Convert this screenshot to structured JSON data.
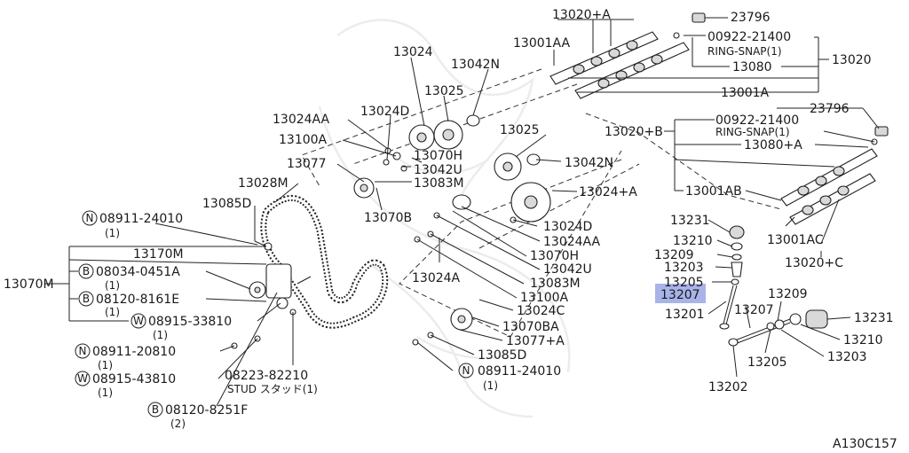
{
  "labels": {
    "l13020A": "13020+A",
    "l23796a": "23796",
    "l00922a": "00922-21400",
    "lring_a": "RING-SNAP(1)",
    "l13080": "13080",
    "l13020": "13020",
    "l13001AA": "13001AA",
    "l13001A": "13001A",
    "l13042N_a": "13042N",
    "l13024": "13024",
    "l13025_a": "13025",
    "l13024AA_a": "13024AA",
    "l13024D_a": "13024D",
    "l13100A_a": "13100A",
    "l13070H_a": "13070H",
    "l13042U_a": "13042U",
    "l13077": "13077",
    "l13083M_a": "13083M",
    "l13028M": "13028M",
    "l13070B": "13070B",
    "l13085D_a": "13085D",
    "l13025_b": "13025",
    "l13042N_b": "13042N",
    "l13024A_plus": "13024+A",
    "l13024D_b": "13024D",
    "l13024AA_b": "13024AA",
    "l13070H_b": "13070H",
    "l13042U_b": "13042U",
    "l13083M_b": "13083M",
    "l13100A_b": "13100A",
    "l13024C": "13024C",
    "l13024A": "13024A",
    "l13070BA": "13070BA",
    "l13077A": "13077+A",
    "l13085D_b": "13085D",
    "l08911_24010_b": "08911-24010",
    "l08911_24010_b_q": "(1)",
    "l08911_24010_a": "08911-24010",
    "l08911_24010_a_q": "(1)",
    "l13170M": "13170M",
    "l13070M": "13070M",
    "l08034": "08034-0451A",
    "l08034_q": "(1)",
    "l08120_8161E": "08120-8161E",
    "l08120_8161E_q": "(1)",
    "l08915_33810": "08915-33810",
    "l08915_33810_q": "(1)",
    "l08911_20810": "08911-20810",
    "l08911_20810_q": "(1)",
    "l08915_43810": "08915-43810",
    "l08915_43810_q": "(1)",
    "l08223": "08223-82210",
    "l08223_stud": "STUD スタッド(1)",
    "l08120_8251F": "08120-8251F",
    "l08120_8251F_q": "(2)",
    "l23796b": "23796",
    "l00922b": "00922-21400",
    "lring_b": "RING-SNAP(1)",
    "l13080A": "13080+A",
    "l13020B": "13020+B",
    "l13001AB": "13001AB",
    "l13001AC": "13001AC",
    "l13020C": "13020+C",
    "l13231_a": "13231",
    "l13210_a": "13210",
    "l13209_a": "13209",
    "l13203_a": "13203",
    "l13205_a": "13205",
    "l13207_hl": "13207",
    "l13201": "13201",
    "l13209_b": "13209",
    "l13207_b": "13207",
    "l13231_b": "13231",
    "l13210_b": "13210",
    "l13205_b": "13205",
    "l13203_b": "13203",
    "l13202": "13202",
    "diagram_code": "A130C157"
  },
  "circled": {
    "N": "N",
    "B": "B",
    "W": "W"
  },
  "highlight_color": "#a8b4e8"
}
